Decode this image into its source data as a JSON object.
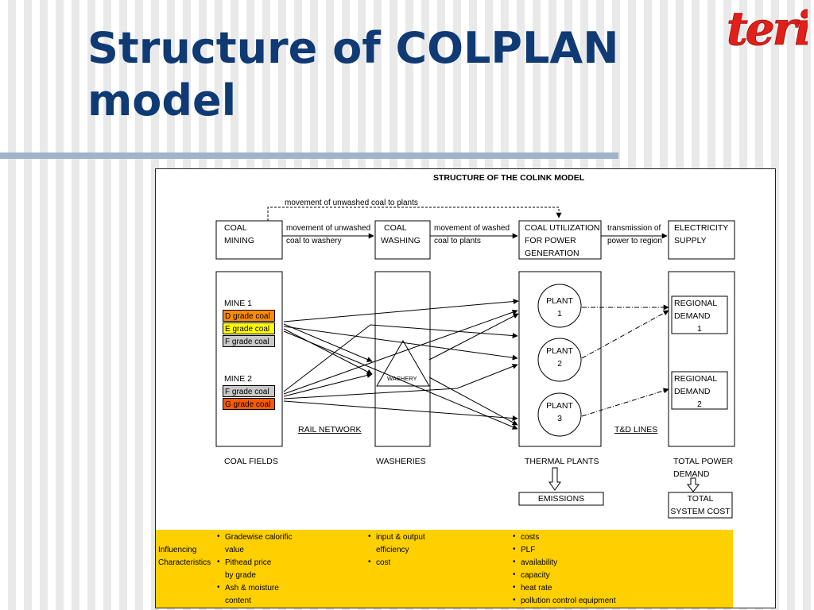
{
  "slide": {
    "title_line1": "Structure of COLPLAN",
    "title_line2": "model",
    "logo_text": "teri"
  },
  "colors": {
    "title": "#0f3a73",
    "logo": "#e0201b",
    "band": "#ffd000",
    "d_grade": "#ff8c00",
    "e_grade": "#ffff00",
    "f_grade": "#c8c8c8",
    "g_grade": "#ff5a00"
  },
  "diagram": {
    "title": "STRUCTURE OF THE COLINK MODEL",
    "bypass_label": "movement of unwashed coal to plants",
    "stages": {
      "coal_mining": [
        "COAL",
        "MINING"
      ],
      "coal_washing": [
        "COAL",
        "WASHING"
      ],
      "coal_utilization": [
        "COAL UTILIZATION",
        "FOR POWER",
        "GENERATION"
      ],
      "electricity_supply": [
        "ELECTRICITY",
        "SUPPLY"
      ]
    },
    "flows": {
      "mining_to_washing": [
        "movement of unwashed",
        "coal to washery"
      ],
      "washing_to_plants": [
        "movement of washed",
        "coal to plants"
      ],
      "plants_to_region": [
        "transmission of",
        "power to region"
      ]
    },
    "mines": [
      {
        "label": "MINE 1",
        "grades": [
          "D grade coal",
          "E grade coal",
          "F grade coal"
        ]
      },
      {
        "label": "MINE 2",
        "grades": [
          "F grade coal",
          "G grade coal"
        ]
      }
    ],
    "washery_label": "WASHERY",
    "plants": [
      {
        "line1": "PLANT",
        "line2": "1"
      },
      {
        "line1": "PLANT",
        "line2": "2"
      },
      {
        "line1": "PLANT",
        "line2": "3"
      }
    ],
    "regions": [
      {
        "line1": "REGIONAL",
        "line2": "DEMAND",
        "line3": "1"
      },
      {
        "line1": "REGIONAL",
        "line2": "DEMAND",
        "line3": "2"
      }
    ],
    "network_labels": {
      "rail": "RAIL NETWORK",
      "td": "T&D LINES"
    },
    "column_labels": {
      "coal_fields": "COAL FIELDS",
      "washeries": "WASHERIES",
      "thermal_plants": "THERMAL PLANTS",
      "total_power_demand": [
        "TOTAL POWER",
        "DEMAND"
      ]
    },
    "emissions": "EMISSIONS",
    "total_cost": [
      "TOTAL",
      "SYSTEM COST"
    ]
  },
  "characteristics": {
    "label": [
      "Influencing",
      "Characteristics"
    ],
    "coal_fields": [
      "Gradewise calorific",
      "value",
      "Pithead price",
      "by grade",
      "Ash & moisture",
      "content"
    ],
    "washeries": [
      "input & output",
      "efficiency",
      "cost"
    ],
    "plants": [
      "costs",
      "PLF",
      "availability",
      "capacity",
      "heat rate",
      "pollution control equipment"
    ]
  }
}
